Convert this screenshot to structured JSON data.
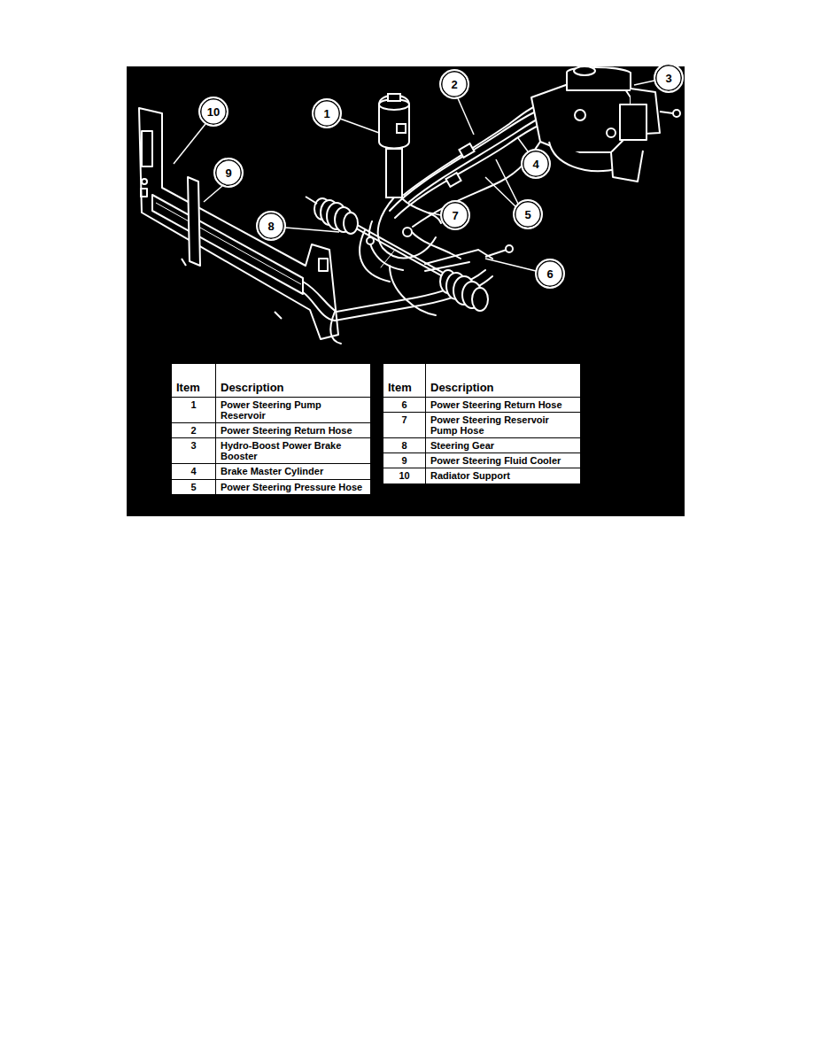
{
  "diagram": {
    "nodes": [
      {
        "text": [
          "1"
        ]
      },
      {
        "text": [
          "2"
        ]
      },
      {
        "text": [
          "3"
        ]
      },
      {
        "text": [
          "4"
        ]
      },
      {
        "text": [
          "5"
        ]
      },
      {
        "text": [
          "6"
        ]
      },
      {
        "text": [
          "7"
        ]
      },
      {
        "text": [
          "8"
        ]
      },
      {
        "text": [
          "9"
        ]
      },
      {
        "text": [
          "10"
        ]
      }
    ],
    "labels": [
      "Item",
      "Description",
      "1",
      "Power Steering Pump Reservoir",
      "2",
      "Power Steering Return Hose",
      "3",
      "Hydro-Boost Power Brake Booster",
      "4",
      "Brake Master Cylinder",
      "5",
      "Power Steering Pressure Hose",
      "Item",
      "Description",
      "6",
      "Power Steering Return Hose",
      "7",
      "Power Steering Reservoir Pump Hose",
      "8",
      "Steering Gear",
      "9",
      "Power Steering Fluid Cooler",
      "10",
      "Radiator Support"
    ]
  }
}
